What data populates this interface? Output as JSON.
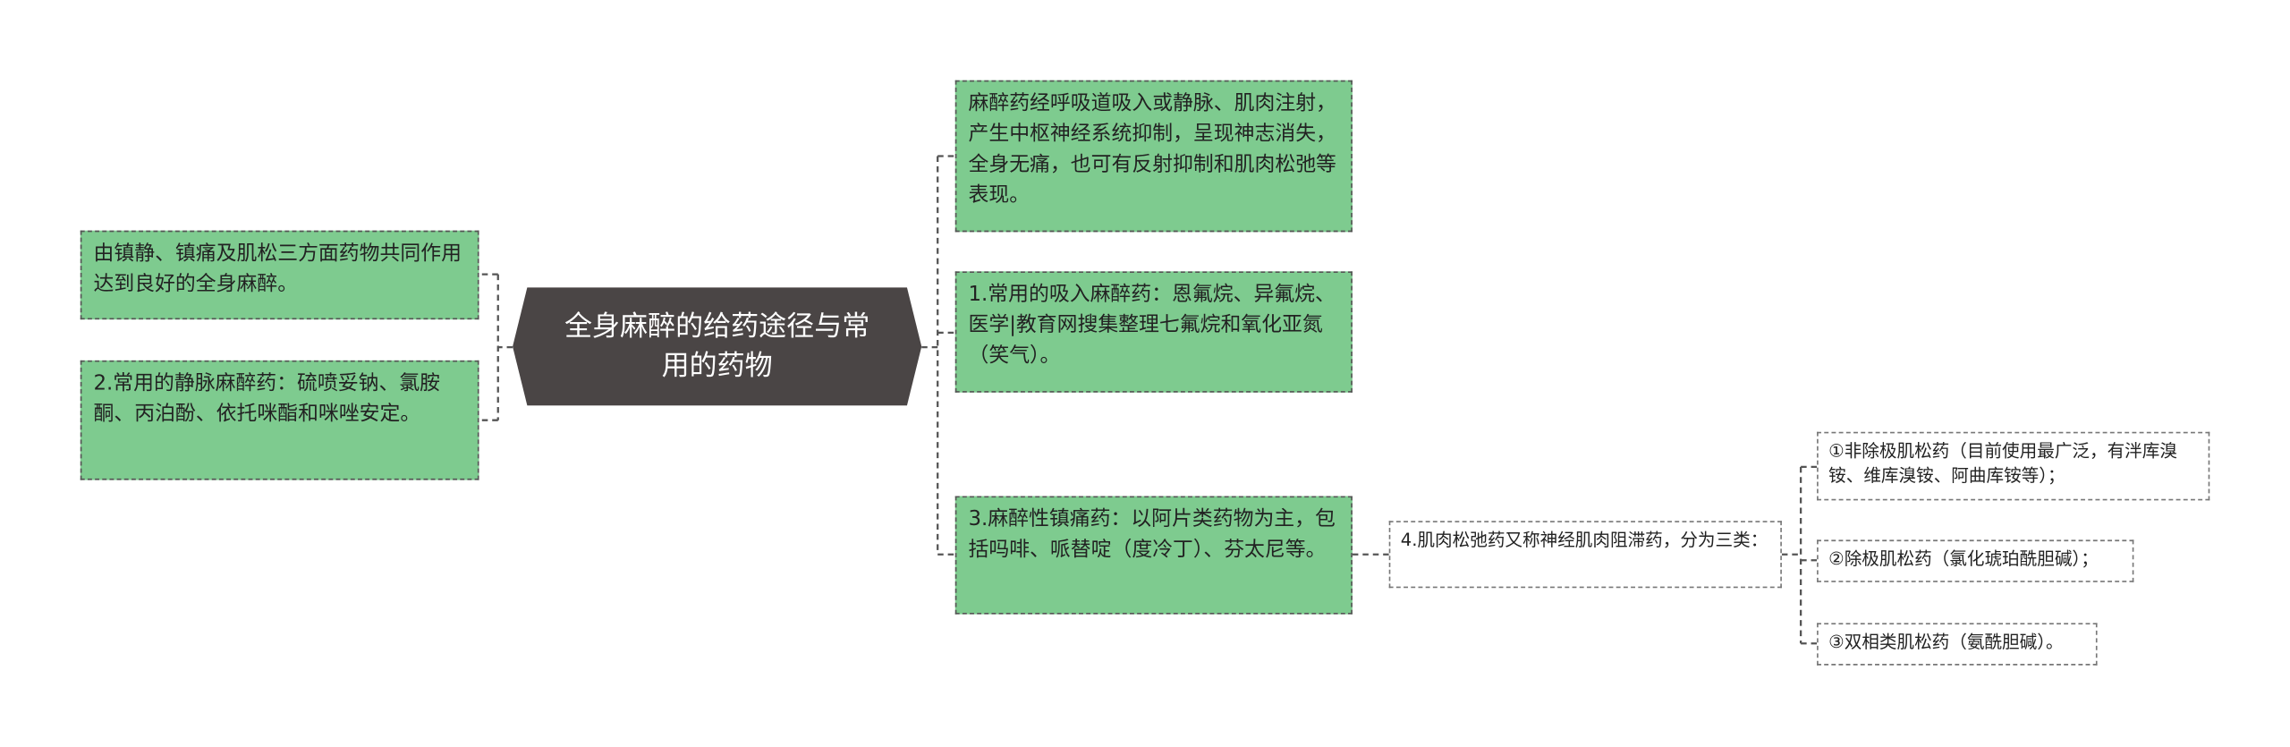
{
  "root": {
    "title": "全身麻醉的给药途径与常用的药物"
  },
  "left": [
    {
      "text": "由镇静、镇痛及肌松三方面药物共同作用达到良好的全身麻醉。"
    },
    {
      "text": "2.常用的静脉麻醉药：硫喷妥钠、氯胺酮、丙泊酚、依托咪酯和咪唑安定。"
    }
  ],
  "right": [
    {
      "text": "麻醉药经呼吸道吸入或静脉、肌肉注射，产生中枢神经系统抑制，呈现神志消失，全身无痛，也可有反射抑制和肌肉松弛等表现。"
    },
    {
      "text": "1.常用的吸入麻醉药：恩氟烷、异氟烷、医学|教育网搜集整理七氟烷和氧化亚氮（笑气）。"
    },
    {
      "text": "3.麻醉性镇痛药：以阿片类药物为主，包括吗啡、哌替啶（度冷丁）、芬太尼等。"
    }
  ],
  "sub": {
    "text": "4.肌肉松弛药又称神经肌肉阻滞药，分为三类："
  },
  "leaves": [
    {
      "text": "①非除极肌松药（目前使用最广泛，有泮库溴铵、维库溴铵、阿曲库铵等）；"
    },
    {
      "text": "②除极肌松药（氯化琥珀酰胆碱）；"
    },
    {
      "text": "③双相类肌松药（氨酰胆碱）。"
    }
  ],
  "colors": {
    "root_fill": "#4a4545",
    "node_fill": "#7ecb8f",
    "line": "#555555"
  }
}
